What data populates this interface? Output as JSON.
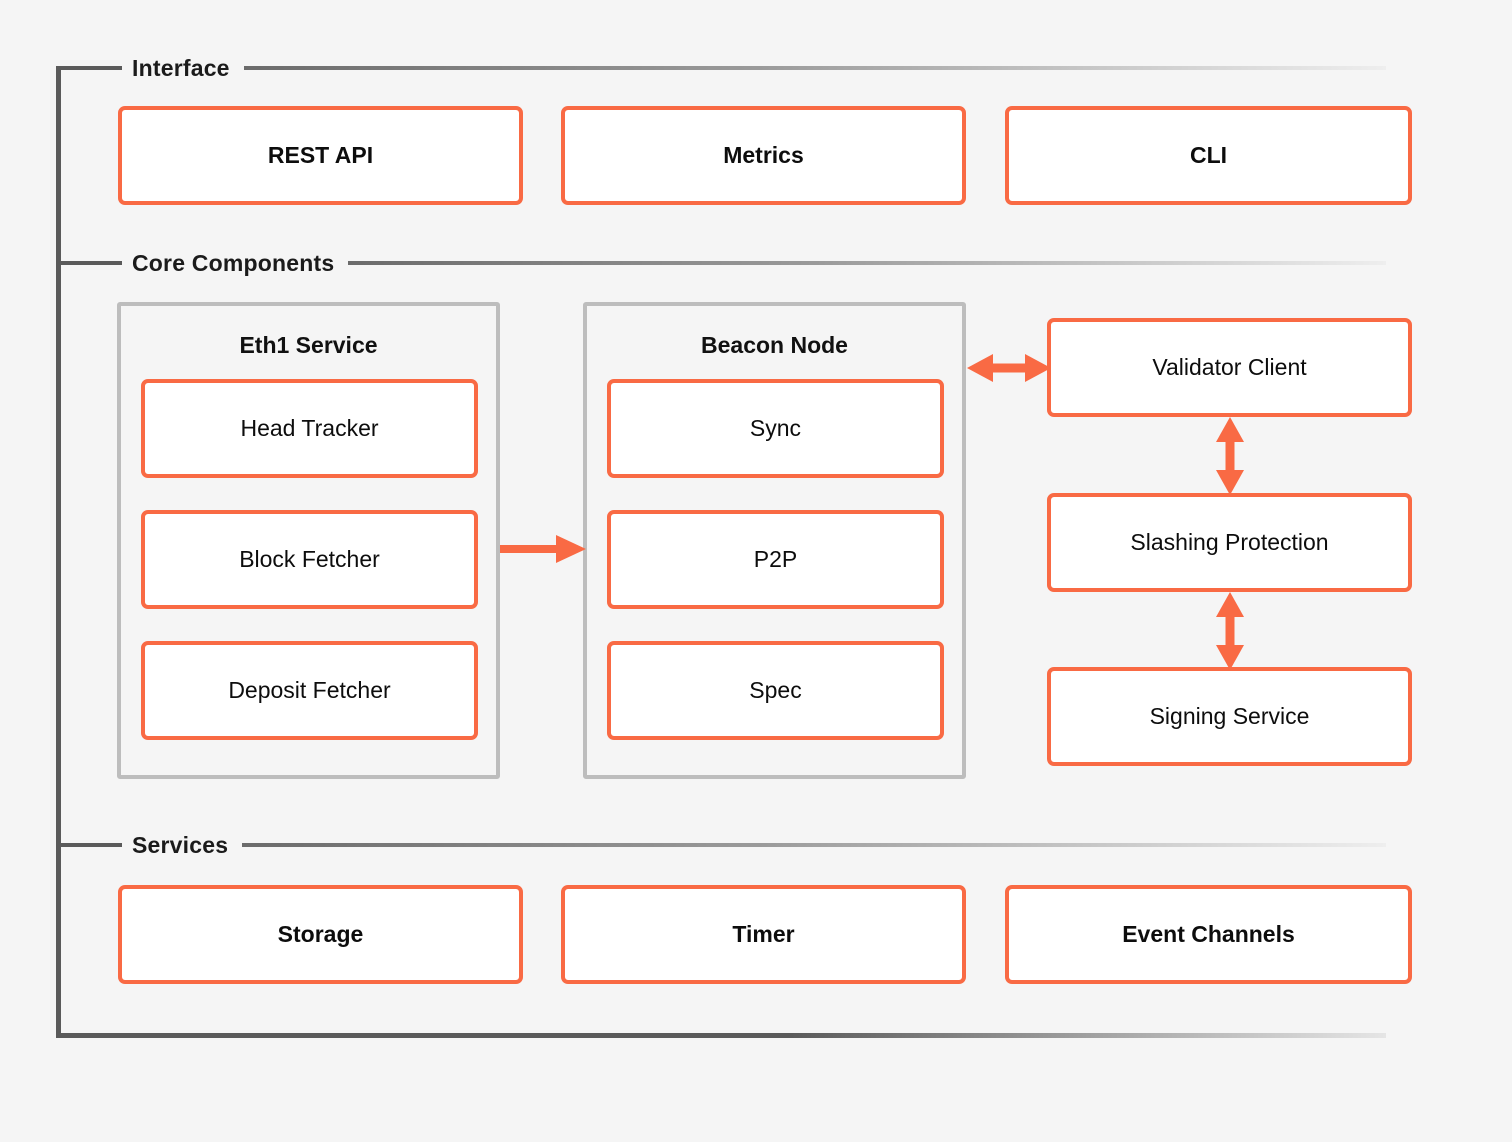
{
  "theme": {
    "accent": "#f96a44",
    "frame_line": "#5a5a5a",
    "group_border": "#bdbdbd",
    "background": "#f5f5f5",
    "box_fill": "#ffffff",
    "text": "#111111"
  },
  "sections": [
    {
      "id": "interface",
      "label": "Interface"
    },
    {
      "id": "core",
      "label": "Core Components"
    },
    {
      "id": "services",
      "label": "Services"
    }
  ],
  "interface_row": [
    {
      "label": "REST API"
    },
    {
      "label": "Metrics"
    },
    {
      "label": "CLI"
    }
  ],
  "core": {
    "groups": [
      {
        "title": "Eth1 Service",
        "items": [
          {
            "label": "Head Tracker"
          },
          {
            "label": "Block Fetcher"
          },
          {
            "label": "Deposit Fetcher"
          }
        ]
      },
      {
        "title": "Beacon Node",
        "items": [
          {
            "label": "Sync"
          },
          {
            "label": "P2P"
          },
          {
            "label": "Spec"
          }
        ]
      }
    ],
    "right_column": [
      {
        "label": "Validator Client"
      },
      {
        "label": "Slashing Protection"
      },
      {
        "label": "Signing Service"
      }
    ]
  },
  "services_row": [
    {
      "label": "Storage"
    },
    {
      "label": "Timer"
    },
    {
      "label": "Event Channels"
    }
  ],
  "connectors": [
    {
      "name": "eth1-to-beacon-arrow",
      "direction": "right",
      "orientation": "horizontal"
    },
    {
      "name": "beacon-to-validator-arrow",
      "direction": "both",
      "orientation": "horizontal"
    },
    {
      "name": "validator-to-slashing-arrow",
      "direction": "both",
      "orientation": "vertical"
    },
    {
      "name": "slashing-to-signing-arrow",
      "direction": "both",
      "orientation": "vertical"
    }
  ]
}
